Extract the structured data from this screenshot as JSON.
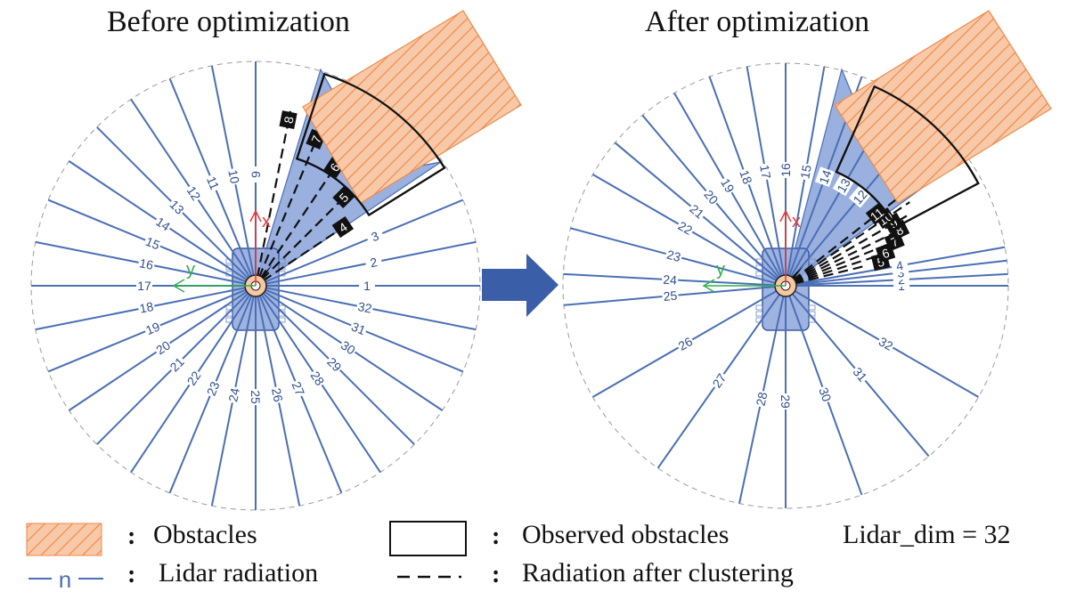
{
  "panels": {
    "before": {
      "title": "Before optimization"
    },
    "after": {
      "title": "After optimization"
    }
  },
  "axes": {
    "x_label": "x",
    "y_label": "y"
  },
  "legend": {
    "obstacles": "Obstacles",
    "observed": "Observed obstacles",
    "lidar": "Lidar radiation",
    "lidar_sample": "n",
    "clustered": "Radiation after clustering",
    "dim_label": "Lidar_dim = 32"
  },
  "colors": {
    "ray": "#4a6fb5",
    "obstacle_fill": "#f8c9a8",
    "obstacle_stroke": "#ee8a4a",
    "shadow": "#6f8fd0",
    "x_axis": "#e03a3a",
    "y_axis": "#2fae4f",
    "arrow": "#3a5ea8"
  },
  "rays": {
    "before": [
      "1",
      "2",
      "3",
      "4",
      "5",
      "6",
      "7",
      "8",
      "9",
      "10",
      "11",
      "12",
      "13",
      "14",
      "15",
      "16",
      "17",
      "18",
      "19",
      "20",
      "21",
      "22",
      "23",
      "24",
      "25",
      "26",
      "27",
      "28",
      "29",
      "30",
      "31",
      "32"
    ],
    "after": [
      "1",
      "2",
      "3",
      "4",
      "5",
      "6",
      "7",
      "8",
      "9",
      "10",
      "11",
      "12",
      "13",
      "14",
      "15",
      "16",
      "17",
      "18",
      "19",
      "20",
      "21",
      "22",
      "23",
      "24",
      "25",
      "26",
      "27",
      "28",
      "29",
      "30",
      "31",
      "32"
    ]
  }
}
